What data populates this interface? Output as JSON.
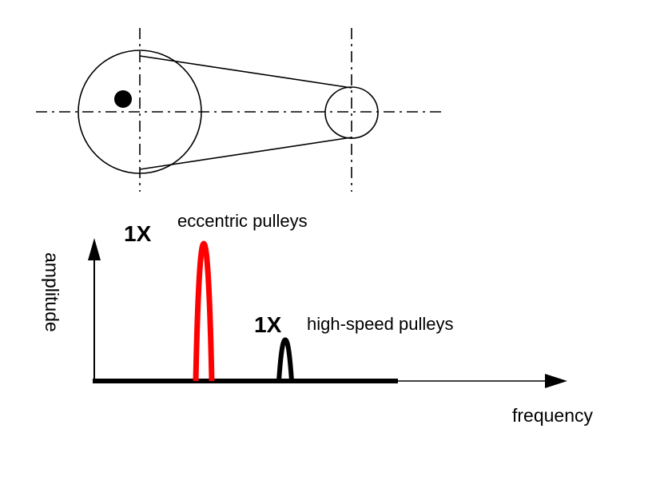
{
  "labels": {
    "peak1_order": "1X",
    "peak1_desc": "eccentric pulleys",
    "peak2_order": "1X",
    "peak2_desc": "high-speed pulleys"
  },
  "axes": {
    "x_label": "frequency",
    "y_label": "amplitude"
  },
  "spectrum": {
    "peaks": [
      {
        "name": "eccentric pulleys",
        "order": "1X",
        "relative_amplitude": 1.0,
        "color": "#ff0000"
      },
      {
        "name": "high-speed pulleys",
        "order": "1X",
        "relative_amplitude": 0.3,
        "color": "#000000"
      }
    ]
  },
  "colors": {
    "stroke": "#000000",
    "highlight": "#ff0000"
  }
}
